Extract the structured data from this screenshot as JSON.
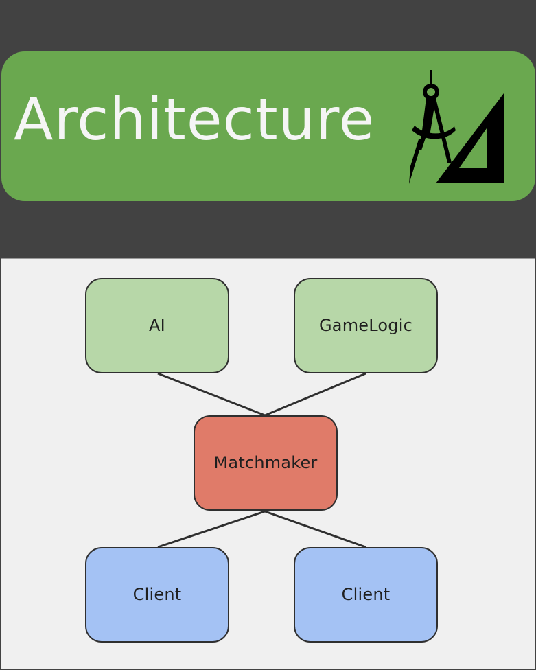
{
  "header": {
    "title": "Architecture"
  },
  "icons": {
    "header_icon": "compass-and-set-square-icon"
  },
  "colors": {
    "background_dark": "#424242",
    "banner_green": "#6aa84f",
    "node_green": "#b7d7a8",
    "node_red": "#e07b69",
    "node_blue": "#a4c2f4",
    "diagram_bg": "#f0f0f0"
  },
  "diagram": {
    "nodes": {
      "ai": "AI",
      "gamelogic": "GameLogic",
      "matchmaker": "Matchmaker",
      "client_left": "Client",
      "client_right": "Client"
    }
  }
}
